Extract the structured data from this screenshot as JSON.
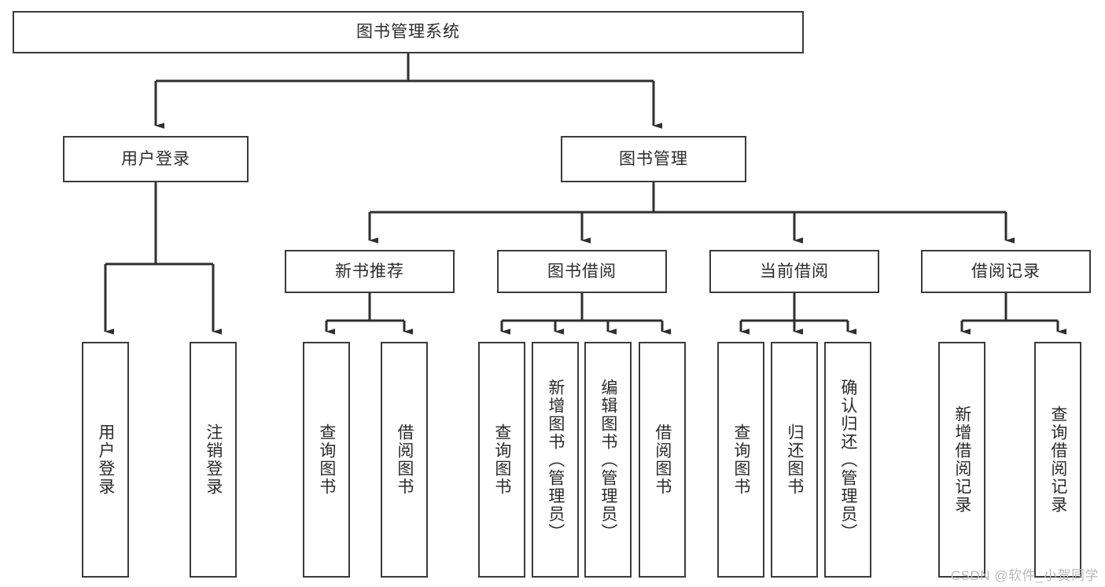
{
  "diagram": {
    "type": "tree-hierarchy-chart",
    "title": "图书管理系统",
    "orientation": "top-down",
    "box_fill": "#ffffff",
    "box_stroke": "#3b3b3b",
    "text_color": "#2b2b2b",
    "levels": [
      {
        "level": 1,
        "nodes": [
          {
            "id": "root",
            "label": "图书管理系统",
            "text_direction": "horizontal"
          }
        ]
      },
      {
        "level": 2,
        "nodes": [
          {
            "id": "login",
            "label": "用户登录",
            "text_direction": "horizontal",
            "parent": "root"
          },
          {
            "id": "bookmgmt",
            "label": "图书管理",
            "text_direction": "horizontal",
            "parent": "root"
          }
        ]
      },
      {
        "level": 3,
        "nodes": [
          {
            "id": "newbook",
            "label": "新书推荐",
            "text_direction": "horizontal",
            "parent": "bookmgmt"
          },
          {
            "id": "borrow",
            "label": "图书借阅",
            "text_direction": "horizontal",
            "parent": "bookmgmt"
          },
          {
            "id": "current",
            "label": "当前借阅",
            "text_direction": "horizontal",
            "parent": "bookmgmt"
          },
          {
            "id": "records",
            "label": "借阅记录",
            "text_direction": "horizontal",
            "parent": "bookmgmt"
          }
        ]
      },
      {
        "level": 4,
        "nodes": [
          {
            "id": "leaf1",
            "label": "用户登录",
            "text_direction": "vertical",
            "parent": "login"
          },
          {
            "id": "leaf2",
            "label": "注销登录",
            "text_direction": "vertical",
            "parent": "login"
          },
          {
            "id": "leaf3",
            "label": "查询图书",
            "text_direction": "vertical",
            "parent": "newbook"
          },
          {
            "id": "leaf4",
            "label": "借阅图书",
            "text_direction": "vertical",
            "parent": "newbook"
          },
          {
            "id": "leaf5",
            "label": "查询图书",
            "text_direction": "vertical",
            "parent": "borrow"
          },
          {
            "id": "leaf6",
            "label": "新增图书（管理员）",
            "text_direction": "vertical",
            "parent": "borrow"
          },
          {
            "id": "leaf7",
            "label": "编辑图书（管理员）",
            "text_direction": "vertical",
            "parent": "borrow"
          },
          {
            "id": "leaf8",
            "label": "借阅图书",
            "text_direction": "vertical",
            "parent": "borrow"
          },
          {
            "id": "leaf9",
            "label": "查询图书",
            "text_direction": "vertical",
            "parent": "current"
          },
          {
            "id": "leaf10",
            "label": "归还图书",
            "text_direction": "vertical",
            "parent": "current"
          },
          {
            "id": "leaf11",
            "label": "确认归还（管理员）",
            "text_direction": "vertical",
            "parent": "current"
          },
          {
            "id": "leaf12",
            "label": "新增借阅记录",
            "text_direction": "vertical",
            "parent": "records"
          },
          {
            "id": "leaf13",
            "label": "查询借阅记录",
            "text_direction": "vertical",
            "parent": "records"
          }
        ]
      }
    ]
  },
  "watermark": {
    "text": "CSDN @软件_小贺同学",
    "color": "#b9b9b9"
  }
}
